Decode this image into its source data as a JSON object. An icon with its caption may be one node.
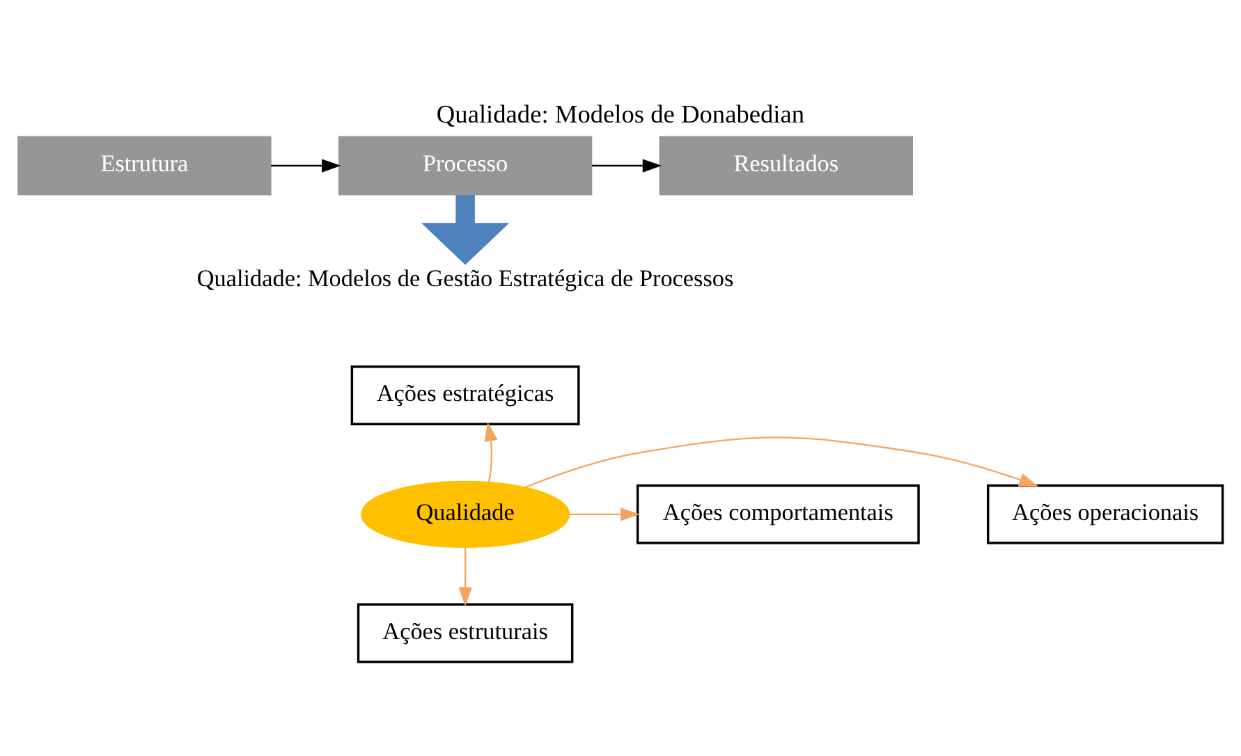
{
  "diagram": {
    "title": "Qualidade: Modelos de Donabedian",
    "nodes": [
      {
        "text": [
          "Estrutura"
        ]
      },
      {
        "text": [
          "Processo"
        ]
      },
      {
        "text": [
          "Resultados"
        ]
      },
      {
        "text": [
          "Qualidade: Modelos de Gestão Estratégica de Processos"
        ]
      },
      {
        "text": [
          "Qualidade"
        ]
      },
      {
        "text": [
          "Ações estratégicas"
        ]
      },
      {
        "text": [
          "Ações comportamentais"
        ]
      },
      {
        "text": [
          "Ações operacionais"
        ]
      },
      {
        "text": [
          "Ações estruturais"
        ]
      }
    ],
    "edges": [
      {
        "from": 0,
        "to": 1,
        "arrow": "to",
        "color": "#000000"
      },
      {
        "from": 1,
        "to": 2,
        "arrow": "to",
        "color": "#000000"
      },
      {
        "from": 1,
        "to": 3,
        "arrow": "to",
        "style": "thick",
        "color": "#4f81bd"
      },
      {
        "from": 4,
        "to": 5,
        "arrow": "to"
      },
      {
        "from": 4,
        "to": 6,
        "arrow": "to"
      },
      {
        "from": 4,
        "to": 7,
        "arrow": "to"
      },
      {
        "from": 4,
        "to": 8,
        "arrow": "to"
      }
    ]
  }
}
